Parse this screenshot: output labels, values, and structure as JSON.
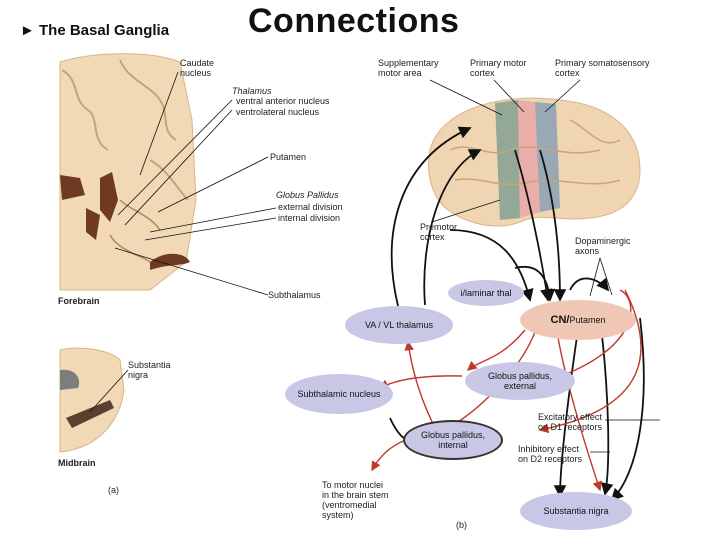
{
  "title": "Connections",
  "section": "► The Basal Ganglia",
  "panel_a": {
    "labels": {
      "caudate": [
        "Caudate",
        "nucleus"
      ],
      "thalamus": "Thalamus",
      "ventral_anterior": "ventral anterior nucleus",
      "ventrolateral": "ventrolateral nucleus",
      "putamen": "Putamen",
      "globus_pallidus": "Globus Pallidus",
      "external_division": "external division",
      "internal_division": "internal division",
      "subthalamus": "Subthalamus",
      "forebrain": "Forebrain",
      "substantia_nigra": [
        "Substantia",
        "nigra"
      ],
      "midbrain": "Midbrain",
      "panel_letter": "(a)"
    }
  },
  "panel_b": {
    "cortex_labels": {
      "sma": [
        "Supplementary",
        "motor area"
      ],
      "primary_motor": [
        "Primary motor",
        "cortex"
      ],
      "primary_somatosensory": [
        "Primary somatosensory",
        "cortex"
      ],
      "premotor": [
        "Premotor",
        "cortex"
      ],
      "dopaminergic": [
        "Dopaminergic",
        "axons"
      ]
    },
    "nodes": {
      "ilaminar": "i/laminar thal",
      "cn_putamen_a": "CN/",
      "cn_putamen_b": " Putamen",
      "va_vl": "VA / VL thalamus",
      "gp_external": [
        "Globus pallidus,",
        "external"
      ],
      "subthalamic": "Subthalamic nucleus",
      "gp_internal": [
        "Globus pallidus,",
        "internal"
      ],
      "substantia_nigra": "Substantia nigra"
    },
    "legend": {
      "excitatory": [
        "Excitatory effect",
        "on D1 receptors"
      ],
      "inhibitory": [
        "Inhibitory effect",
        "on D2 receptors"
      ]
    },
    "motor_nuclei": [
      "To motor nuclei",
      "in the brain stem",
      "(ventromedial",
      "system)"
    ],
    "panel_letter": "(b)"
  },
  "colors": {
    "excitatory_arrow": "#c0392b",
    "inhibitory_arrow": "#111111",
    "node_purple": "#c8c8e6",
    "node_pink": "#f0c6b4",
    "brain_tan": "#f2d9b6",
    "brain_dark": "#6e3b22"
  }
}
